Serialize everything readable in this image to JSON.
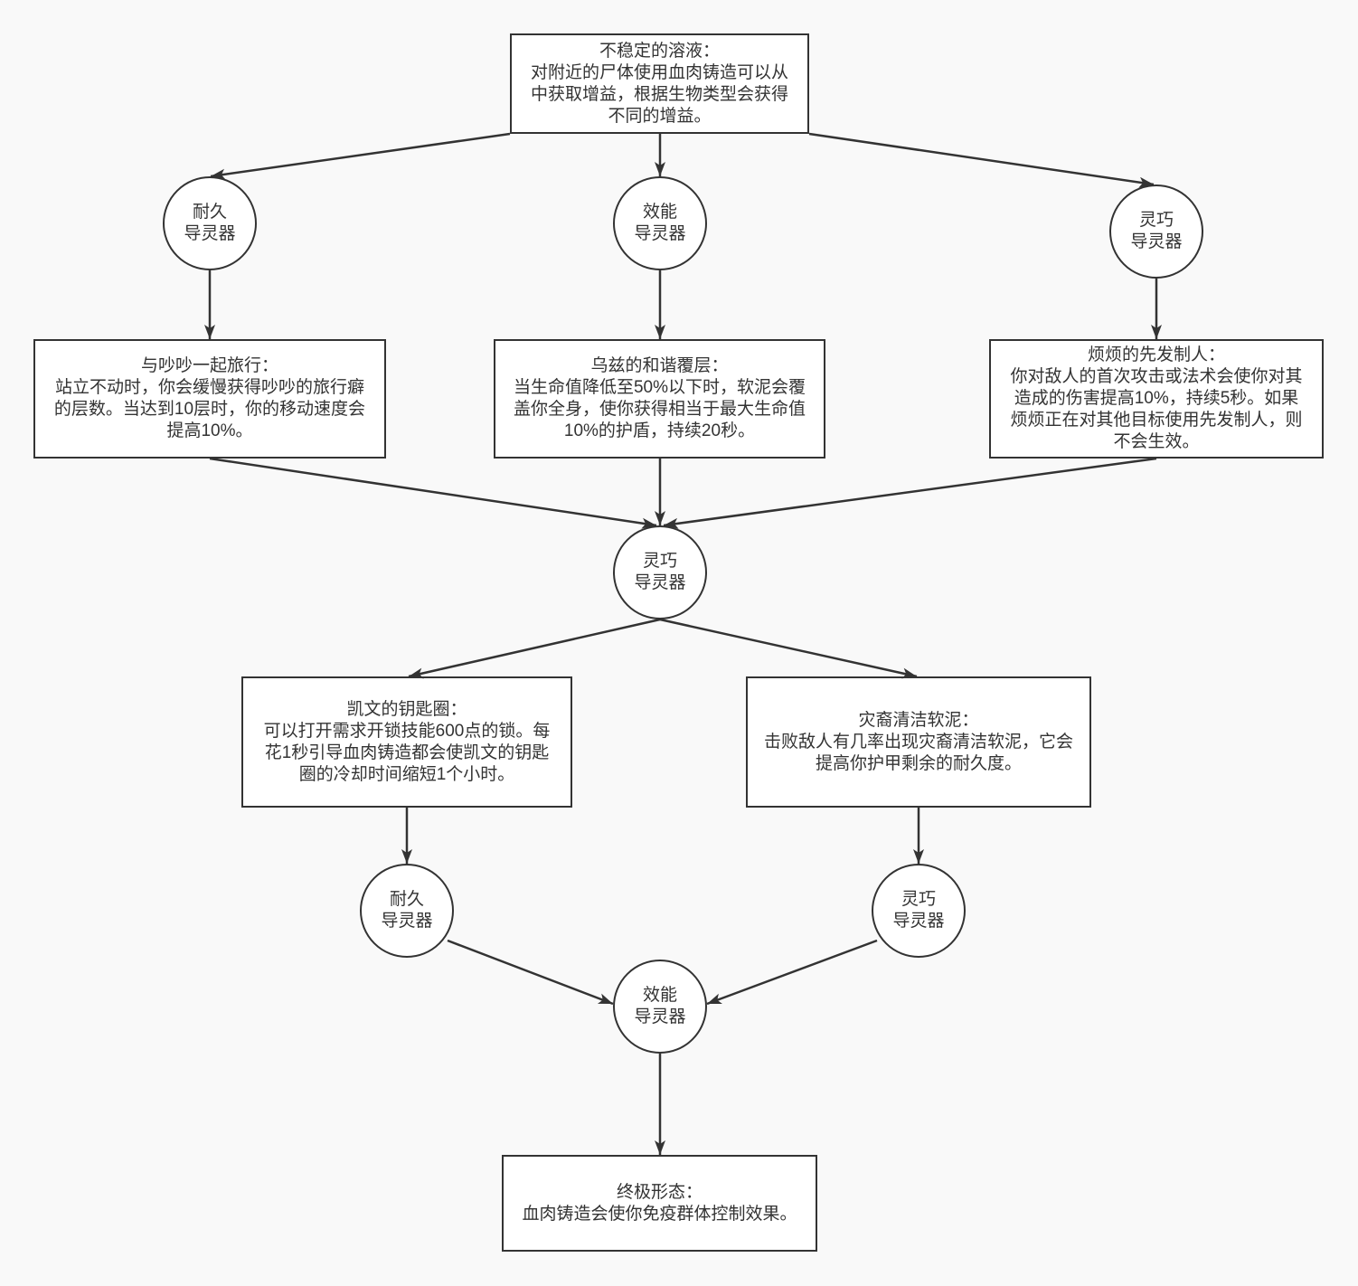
{
  "nodes": {
    "root": {
      "title": "不稳定的溶液：",
      "lines": [
        "对附近的尸体使用血肉铸造可以从",
        "中获取增益，根据生物类型会获得",
        "不同的增益。"
      ]
    },
    "conduit_a": {
      "lines": [
        "耐久",
        "导灵器"
      ]
    },
    "conduit_b": {
      "lines": [
        "效能",
        "导灵器"
      ]
    },
    "conduit_c": {
      "lines": [
        "灵巧",
        "导灵器"
      ]
    },
    "travel": {
      "title": "与吵吵一起旅行：",
      "lines": [
        "站立不动时，你会缓慢获得吵吵的旅行癖",
        "的层数。当达到10层时，你的移动速度会",
        "提高10%。"
      ]
    },
    "ooz": {
      "title": "乌兹的和谐覆层：",
      "lines": [
        "当生命值降低至50%以下时，软泥会覆",
        "盖你全身，使你获得相当于最大生命值",
        "10%的护盾，持续20秒。"
      ]
    },
    "preempt": {
      "title": "烦烦的先发制人：",
      "lines": [
        "你对敌人的首次攻击或法术会使你对其",
        "造成的伤害提高10%，持续5秒。如果",
        "烦烦正在对其他目标使用先发制人，则",
        "不会生效。"
      ]
    },
    "conduit_d": {
      "lines": [
        "灵巧",
        "导灵器"
      ]
    },
    "kevin": {
      "title": "凯文的钥匙圈：",
      "lines": [
        "可以打开需求开锁技能600点的锁。每",
        "花1秒引导血肉铸造都会使凯文的钥匙",
        "圈的冷却时间缩短1个小时。"
      ]
    },
    "slime": {
      "title": "灾裔清洁软泥：",
      "lines": [
        "击败敌人有几率出现灾裔清洁软泥，它会",
        "提高你护甲剩余的耐久度。"
      ]
    },
    "conduit_e": {
      "lines": [
        "耐久",
        "导灵器"
      ]
    },
    "conduit_f": {
      "lines": [
        "灵巧",
        "导灵器"
      ]
    },
    "conduit_g": {
      "lines": [
        "效能",
        "导灵器"
      ]
    },
    "final": {
      "title": "终极形态：",
      "lines": [
        "血肉铸造会使你免疫群体控制效果。"
      ]
    }
  },
  "colors": {
    "background": "#f9f9f9",
    "node_fill": "#ffffff",
    "stroke": "#333333"
  }
}
